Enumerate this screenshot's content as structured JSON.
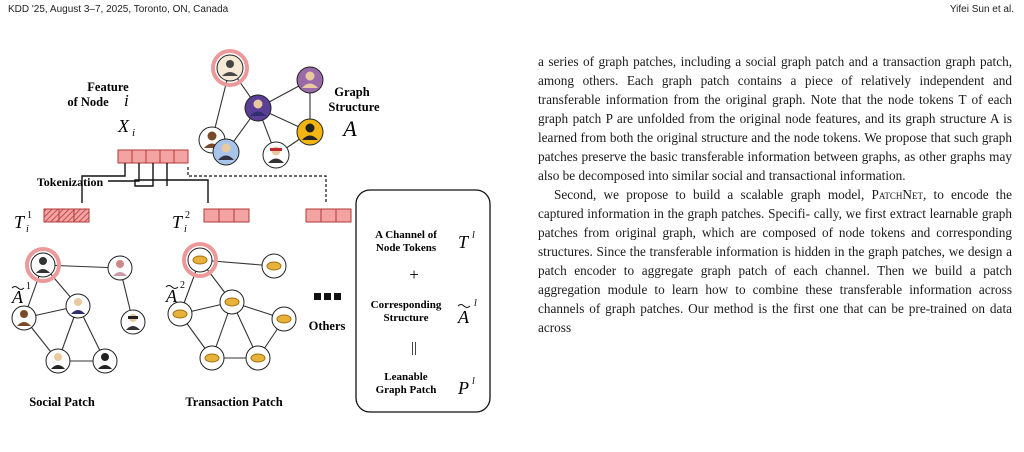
{
  "header": {
    "left": "KDD '25, August 3–7, 2025, Toronto, ON, Canada",
    "right": "Yifei Sun et al."
  },
  "figure": {
    "feature_label_1": "Feature",
    "feature_label_2": "of Node ",
    "feature_node_symbol": "i",
    "xi_symbol": "X",
    "xi_sub": "i",
    "graph_structure_1": "Graph",
    "graph_structure_2": "Structure",
    "graph_symbol": "A",
    "tokenization": "Tokenization",
    "t1_symbol": "T",
    "t1_sub": "i",
    "t1_sup": "1",
    "t2_symbol": "T",
    "t2_sub": "i",
    "t2_sup": "2",
    "a1_symbol": "A",
    "a1_sup": "1",
    "a2_symbol": "A",
    "a2_sup": "2",
    "others": "Others",
    "social_patch": "Social Patch",
    "transaction_patch": "Transaction Patch",
    "legend": {
      "channel_1": "A Channel of",
      "channel_2": "Node Tokens",
      "channel_symbol": "T",
      "channel_sup": "l",
      "plus": "+",
      "corr_1": "Corresponding",
      "corr_2": "Structure",
      "corr_symbol": "A",
      "corr_sup": "l",
      "equals": "||",
      "patch_1": "Leanable",
      "patch_2": "Graph Patch",
      "patch_symbol": "P",
      "patch_sup": "l"
    },
    "colors": {
      "token_fill": "#f4a3a3",
      "token_stroke": "#c04545",
      "highlight_ring": "#eb9999",
      "coin": "#e8b23a"
    }
  },
  "body": {
    "p1": [
      "a series of graph patches, including a social graph patch and a",
      "transaction graph patch, among others. Each graph patch contains",
      "a piece of relatively independent and transferable information from",
      "the original graph. Note that the node tokens T of each graph",
      "patch P are unfolded from the original node features, and its graph",
      "structure A is learned from both the original structure and the node",
      "tokens. We propose that such graph patches preserve the basic",
      "transferable information between graphs, as other graphs may also",
      "be decomposed into similar social and transactional information."
    ],
    "p2_intro": "Second, we propose to build a scalable graph model, ",
    "p2_model": "PatchNet",
    "p2_rest": [
      ", to encode the captured information in the graph patches. Specifi-",
      "cally, we first extract learnable graph patches from original graph,",
      "which are composed of node tokens and corresponding structures.",
      "Since the transferable information is hidden in the graph patches,",
      "we design a patch encoder to aggregate graph patch of each channel.",
      "Then we build a patch aggregation module to learn how to combine",
      "these transferable information across channels of graph patches.",
      "Our method is the first one that can be pre-trained on data across"
    ]
  }
}
